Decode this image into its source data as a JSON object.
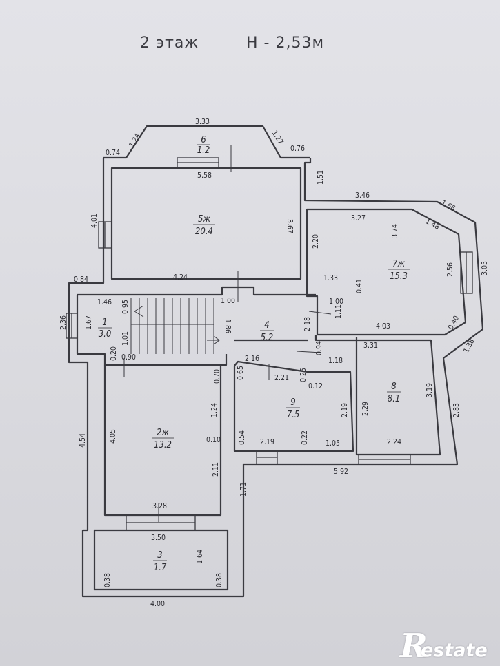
{
  "header": {
    "floor": "2 этаж",
    "height": "Н - 2,53м"
  },
  "watermark": {
    "initial": "R",
    "rest": "estate"
  },
  "rooms": [
    {
      "id": "1",
      "num": "1",
      "area": "3.0"
    },
    {
      "id": "2",
      "num": "2ж",
      "area": "13.2"
    },
    {
      "id": "3",
      "num": "3",
      "area": "1.7"
    },
    {
      "id": "4",
      "num": "4",
      "area": "5.2"
    },
    {
      "id": "5",
      "num": "5ж",
      "area": "20.4"
    },
    {
      "id": "6",
      "num": "6",
      "area": "1.2"
    },
    {
      "id": "7",
      "num": "7ж",
      "area": "15.3"
    },
    {
      "id": "8",
      "num": "8",
      "area": "8.1"
    },
    {
      "id": "9",
      "num": "9",
      "area": "7.5"
    }
  ],
  "dimensions": [
    "3.33",
    "1.24",
    "1.27",
    "0.74",
    "0.76",
    "5.58",
    "1.51",
    "4.01",
    "3.67",
    "3.46",
    "1.66",
    "3.27",
    "1.48",
    "3.74",
    "2.20",
    "2.56",
    "3.05",
    "1.33",
    "0.41",
    "0.84",
    "4.24",
    "1.00",
    "1.46",
    "0.95",
    "2.36",
    "1.67",
    "1.86",
    "1.00",
    "1.11",
    "2.18",
    "4.03",
    "0.40",
    "1.01",
    "0.20",
    "0.90",
    "3.31",
    "0.94",
    "1.38",
    "2.16",
    "1.18",
    "0.65",
    "2.21",
    "0.25",
    "0.12",
    "0.70",
    "3.19",
    "2.19",
    "2.29",
    "1.24",
    "4.05",
    "4.54",
    "0.10",
    "2.83",
    "0.54",
    "2.19",
    "0.22",
    "1.05",
    "2.24",
    "5.92",
    "2.11",
    "1.71",
    "3.28",
    "3.50",
    "1.64",
    "0.38",
    "0.38",
    "4.00"
  ]
}
